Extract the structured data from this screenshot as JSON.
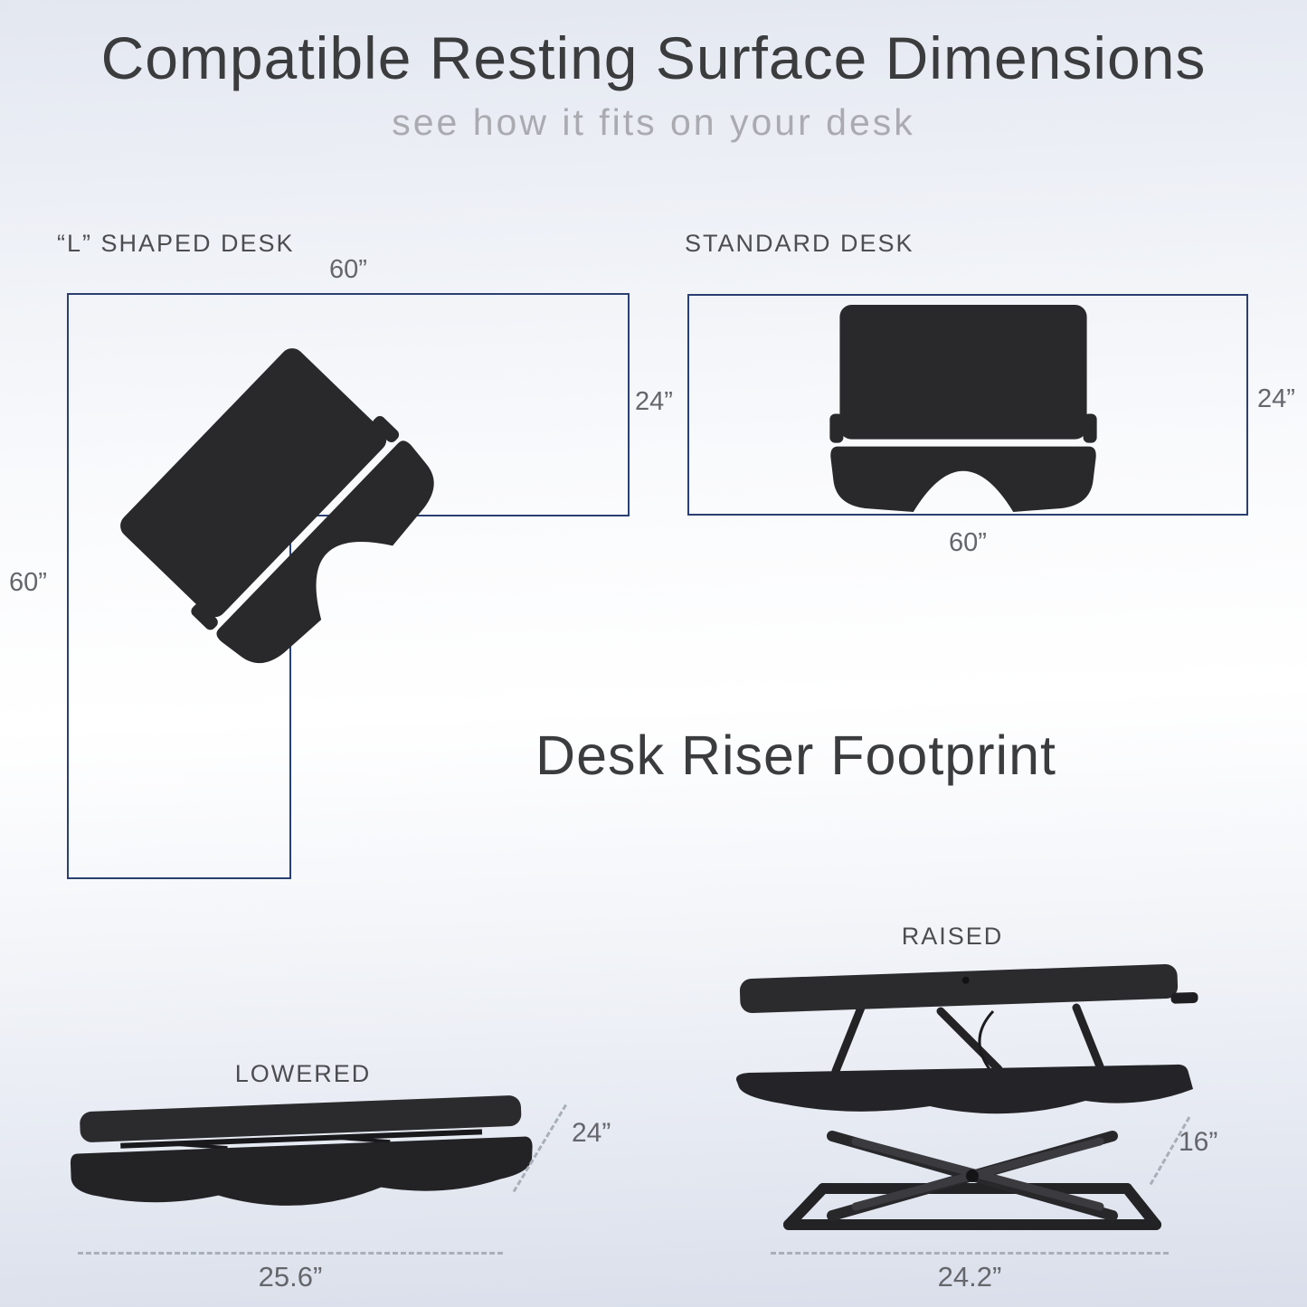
{
  "page": {
    "title": "Compatible Resting Surface Dimensions",
    "subtitle": "see how it fits on your desk"
  },
  "l_desk": {
    "label": "“L” SHAPED DESK",
    "top_width": "60”",
    "depth": "24”",
    "side_height": "60”"
  },
  "standard_desk": {
    "label": "STANDARD DESK",
    "depth": "24”",
    "width": "60”"
  },
  "footprint": {
    "title": "Desk Riser Footprint",
    "lowered": {
      "label": "LOWERED",
      "depth": "24”",
      "width": "25.6”"
    },
    "raised": {
      "label": "RAISED",
      "depth": "16”",
      "width": "24.2”"
    }
  },
  "colors": {
    "desk_outline": "#2a4070",
    "riser_body": "#29292c",
    "dimension_line": "#a9afb9",
    "title_text": "#3b3c3e",
    "subtitle_text": "#a9abb1"
  }
}
